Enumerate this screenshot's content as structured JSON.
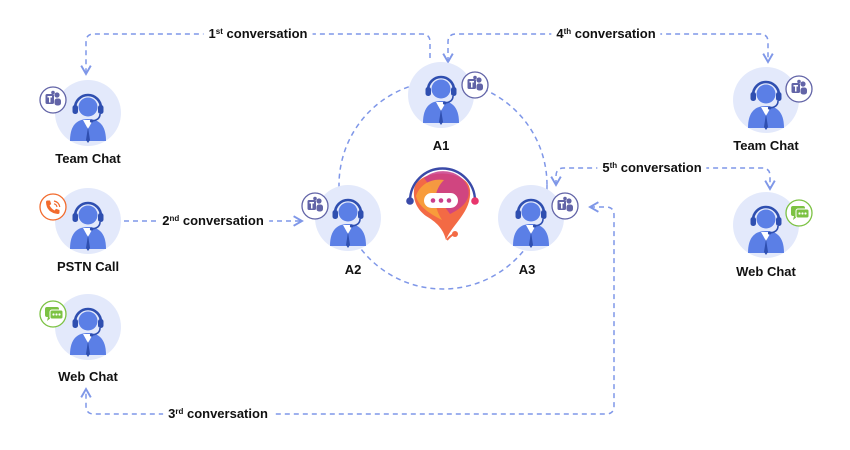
{
  "colors": {
    "node_fill": "#e3e9fb",
    "agent_blue": "#5b7fe6",
    "dashed_line": "#7f97e8",
    "teams": "#6264a7",
    "pstn": "#f26b2d",
    "webchat": "#7cc243"
  },
  "nodes": {
    "team_chat_left": {
      "label": "Team Chat",
      "badge": "teams-icon"
    },
    "pstn_call": {
      "label": "PSTN Call",
      "badge": "phone-icon"
    },
    "web_chat_left": {
      "label": "Web Chat",
      "badge": "chat-icon"
    },
    "a1": {
      "label": "A1",
      "badge": "teams-icon"
    },
    "a2": {
      "label": "A2",
      "badge": "teams-icon"
    },
    "a3": {
      "label": "A3",
      "badge": "teams-icon"
    },
    "team_chat_right": {
      "label": "Team Chat",
      "badge": "teams-icon"
    },
    "web_chat_right": {
      "label": "Web Chat",
      "badge": "chat-icon"
    }
  },
  "conversations": [
    {
      "num": "1",
      "suffix": "st",
      "text": "conversation"
    },
    {
      "num": "2",
      "suffix": "nd",
      "text": "conversation"
    },
    {
      "num": "3",
      "suffix": "rd",
      "text": "conversation"
    },
    {
      "num": "4",
      "suffix": "th",
      "text": "conversation"
    },
    {
      "num": "5",
      "suffix": "th",
      "text": "conversation"
    }
  ]
}
